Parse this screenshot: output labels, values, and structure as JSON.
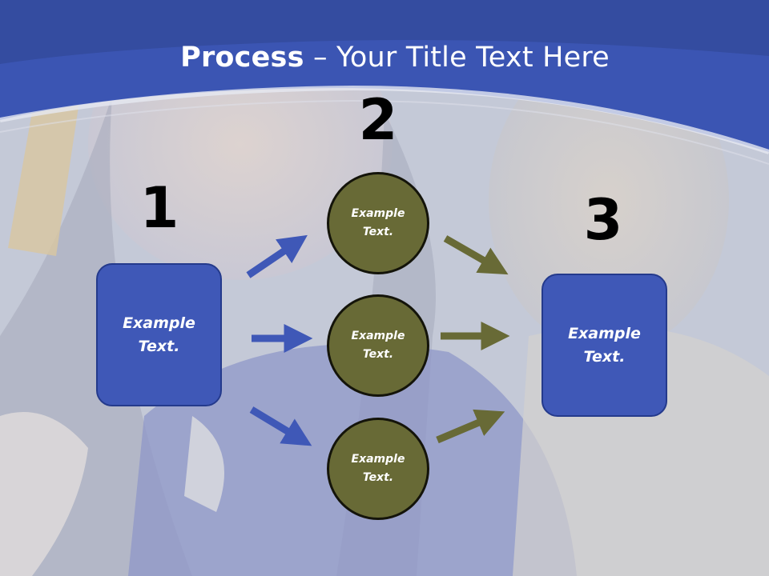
{
  "slide": {
    "title_bold": "Process",
    "title_rest": " – Your Title Text Here"
  },
  "steps": {
    "one": "1",
    "two": "2",
    "three": "3"
  },
  "nodes": {
    "left_box": [
      "Example",
      "Text."
    ],
    "circle_top": [
      "Example",
      "Text."
    ],
    "circle_middle": [
      "Example",
      "Text."
    ],
    "circle_bottom": [
      "Example",
      "Text."
    ],
    "right_box": [
      "Example",
      "Text."
    ]
  },
  "colors": {
    "header_blue": "#3b55b3",
    "box_blue": "#3f58b7",
    "circle_olive": "#686a36",
    "arrow_blue": "#3f58b7",
    "arrow_olive": "#686a36"
  }
}
